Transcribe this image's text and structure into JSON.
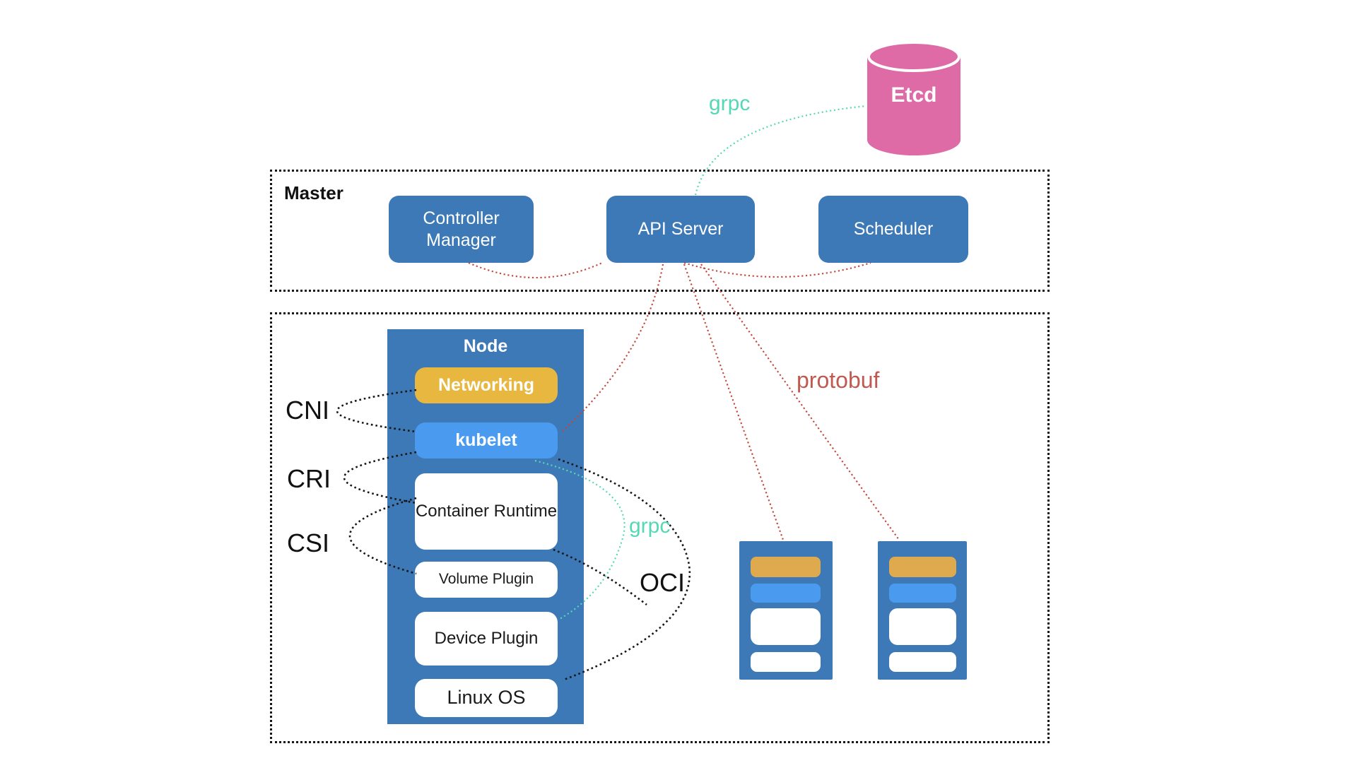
{
  "diagram": {
    "etcd": {
      "label": "Etcd"
    },
    "master": {
      "label": "Master",
      "components": [
        {
          "label": "Controller Manager"
        },
        {
          "label": "API Server"
        },
        {
          "label": "Scheduler"
        }
      ]
    },
    "node": {
      "label": "Node",
      "components": [
        {
          "label": "Networking"
        },
        {
          "label": "kubelet"
        },
        {
          "label": "Container Runtime"
        },
        {
          "label": "Volume Plugin"
        },
        {
          "label": "Device Plugin"
        },
        {
          "label": "Linux OS"
        }
      ]
    },
    "interface_labels": [
      {
        "label": "CNI"
      },
      {
        "label": "CRI"
      },
      {
        "label": "CSI"
      }
    ],
    "protocol_labels": {
      "grpc_etcd": "grpc",
      "grpc_runtime": "grpc",
      "protobuf": "protobuf",
      "oci": "OCI"
    },
    "colors": {
      "primary_blue": "#3d79b6",
      "light_blue": "#4a9bf0",
      "yellow": "#e7b73f",
      "bar_orange": "#dfa94e",
      "pink": "#de6ba6",
      "teal": "#56d8b7",
      "red_dotted": "#c4463a",
      "protobuf_text": "#c05a50"
    }
  }
}
